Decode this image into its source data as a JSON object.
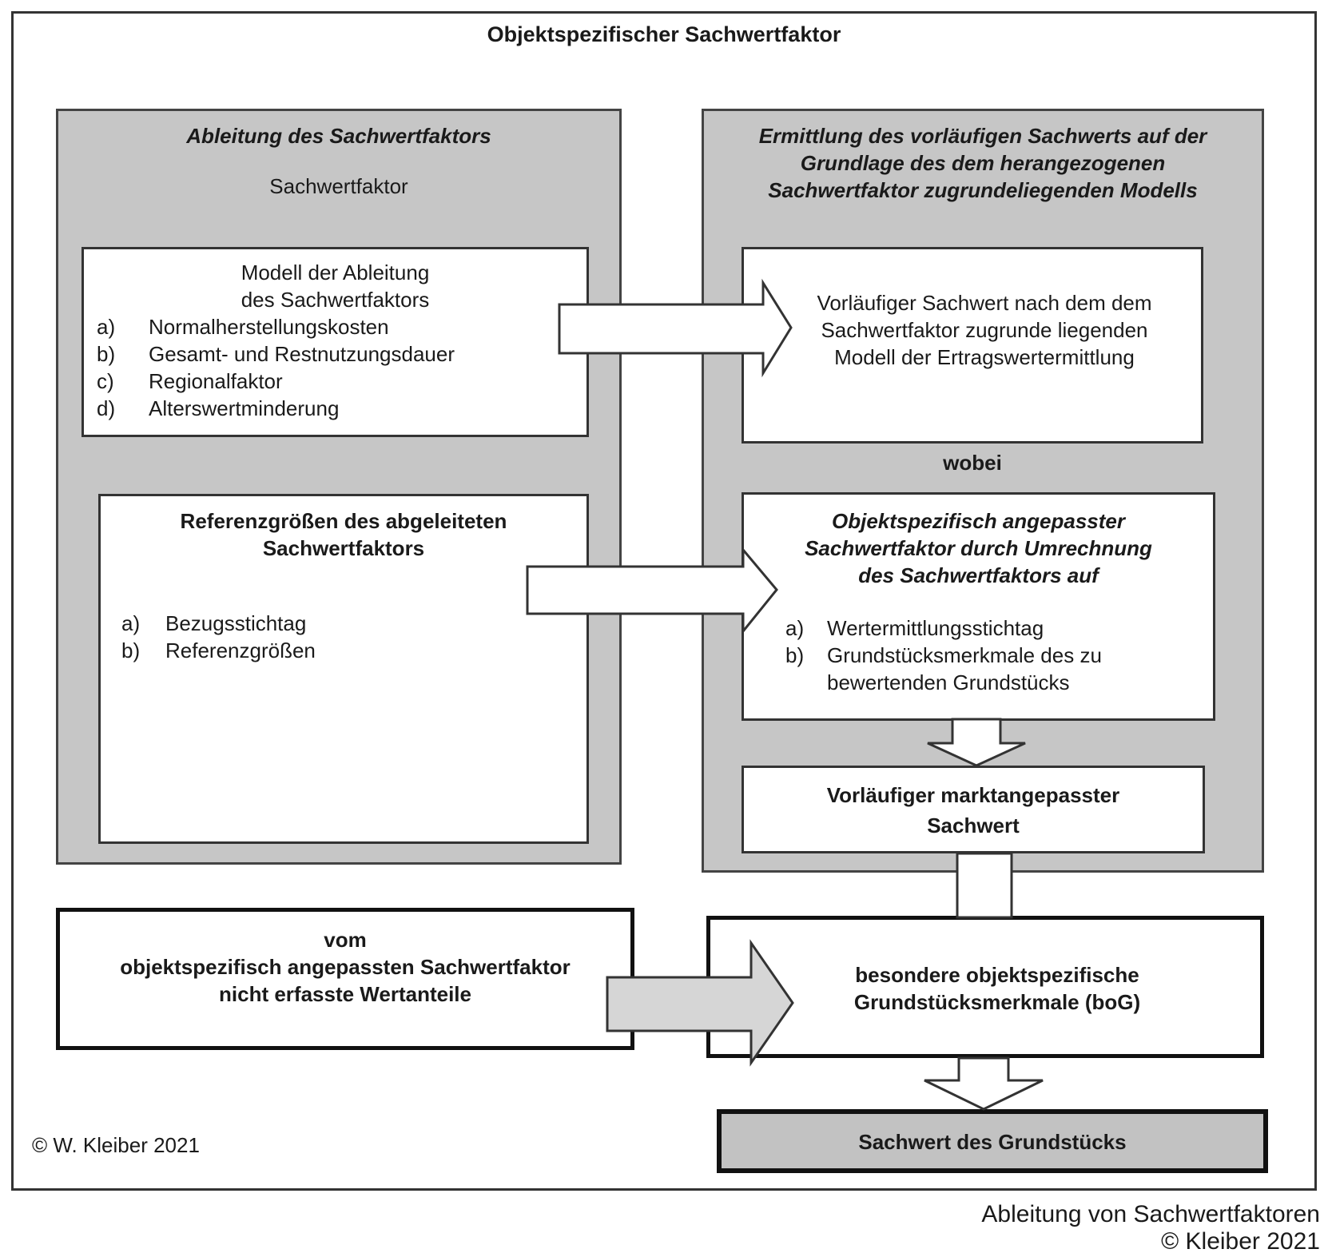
{
  "title": "Objektspezifischer Sachwertfaktor",
  "left_panel": {
    "header": "Ableitung des Sachwertfaktors",
    "subheader": "Sachwertfaktor",
    "model_box": {
      "title_line1": "Modell der Ableitung",
      "title_line2": "des  Sachwertfaktors",
      "items": [
        {
          "key": "a)",
          "text": "Normalherstellungskosten"
        },
        {
          "key": "b)",
          "text": "Gesamt- und Restnutzungsdauer"
        },
        {
          "key": "c)",
          "text": "Regionalfaktor"
        },
        {
          "key": "d)",
          "text": "Alterswertminderung"
        }
      ]
    },
    "reference_box": {
      "title_line1": "Referenzgrößen des abgeleiteten",
      "title_line2": "Sachwertfaktors",
      "items": [
        {
          "key": "a)",
          "text": "Bezugsstichtag"
        },
        {
          "key": "b)",
          "text": "Referenzgrößen"
        }
      ]
    }
  },
  "right_panel": {
    "header_line1": "Ermittlung des vorläufigen Sachwerts auf der",
    "header_line2": "Grundlage des dem herangezogenen",
    "header_line3": "Sachwertfaktor zugrundeliegenden Modells",
    "provisional_box": {
      "line1": "Vorläufiger Sachwert nach dem dem",
      "line2": "Sachwertfaktor zugrunde liegenden",
      "line3": "Modell der Ertragswertermittlung"
    },
    "connector": "wobei",
    "adjusted_box": {
      "title_line1": "Objektspezifisch angepasster",
      "title_line2": "Sachwertfaktor durch Umrechnung",
      "title_line3": "des Sachwertfaktors auf",
      "items": [
        {
          "key": "a)",
          "text": "Wertermittlungsstichtag"
        },
        {
          "key": "b)",
          "text": "Grundstücksmerkmale des zu"
        },
        {
          "key": "",
          "text": "bewertenden Grundstücks"
        }
      ]
    },
    "market_box": {
      "line1": "Vorläufiger marktangepasster",
      "line2": "Sachwert"
    }
  },
  "not_covered_box": {
    "line1": "vom",
    "line2": "objektspezifisch angepassten Sachwertfaktor",
    "line3": "nicht erfasste Wertanteile"
  },
  "bog_box": {
    "line1": "besondere objektspezifische",
    "line2": "Grundstücksmerkmale (boG)"
  },
  "final_box": "Sachwert des Grundstücks",
  "copyright_inner": "© W. Kleiber 2021",
  "caption_line1": "Ableitung von Sachwertfaktoren",
  "caption_line2": "© Kleiber 2021",
  "colors": {
    "panel_fill": "#c6c6c6",
    "final_fill": "#c2c2c2",
    "arrow_gray_fill": "#d6d6d6",
    "border": "#333333"
  }
}
